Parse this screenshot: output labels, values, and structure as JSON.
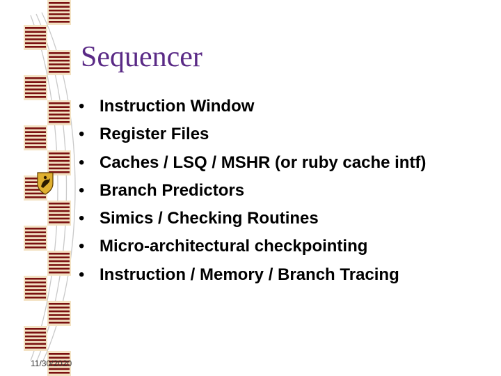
{
  "slide": {
    "title": "Sequencer",
    "bullets": [
      "Instruction Window",
      "Register Files",
      "Caches / LSQ / MSHR (or ruby cache intf)",
      "Branch Predictors",
      "Simics / Checking Routines",
      "Micro-architectural checkpointing",
      "Instruction / Memory / Branch Tracing"
    ],
    "bullet_symbol": "•",
    "date": "11/30/2020"
  },
  "colors": {
    "title": "#5a2a86",
    "text": "#000000",
    "border_dark": "#7a1010",
    "border_light": "#f3e2c3",
    "crest_gold": "#e0b030"
  },
  "icons": {
    "crest": "shield-crest-icon"
  }
}
